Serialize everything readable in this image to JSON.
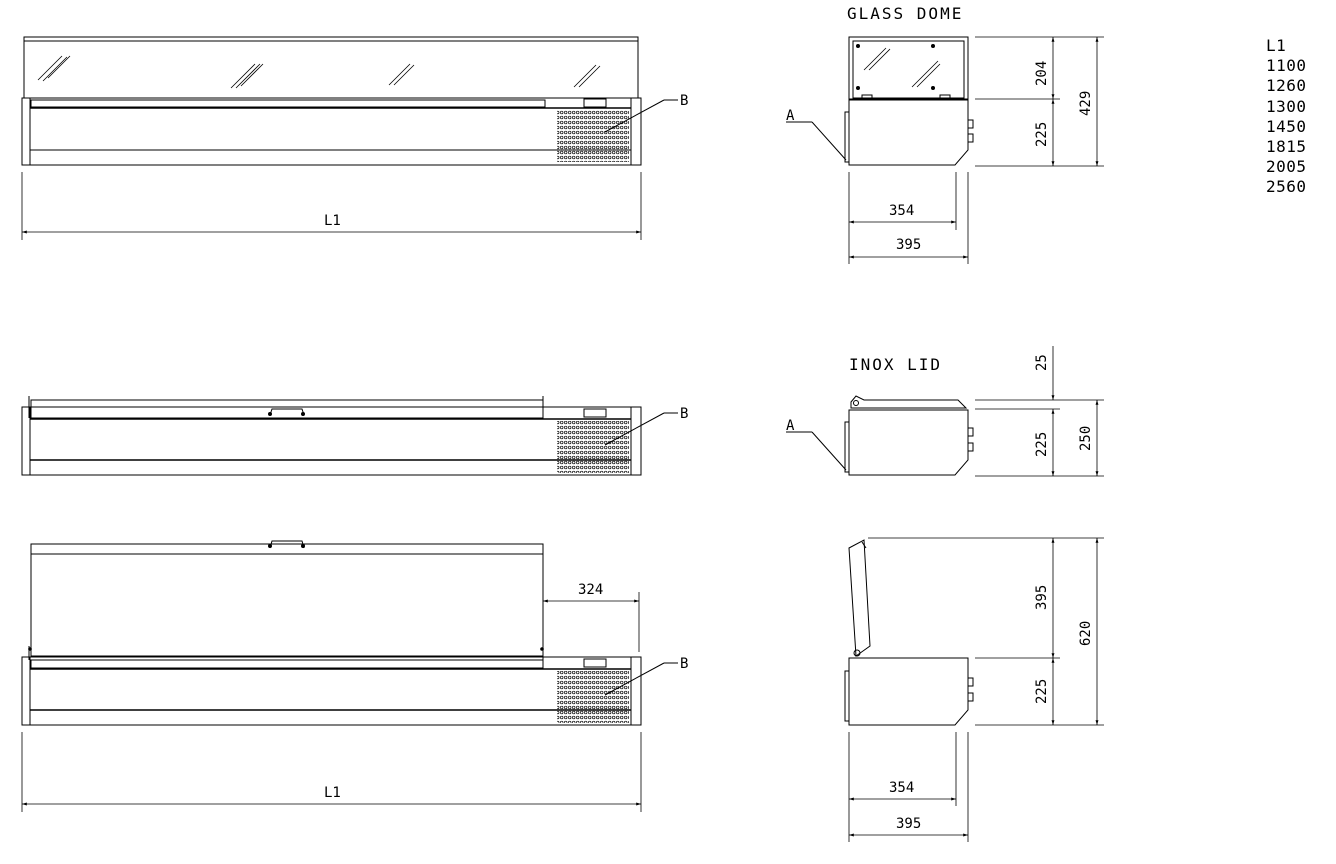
{
  "views": {
    "glass_dome": {
      "title": "GLASS DOME"
    },
    "inox_lid": {
      "title": "INOX LID"
    }
  },
  "callouts": {
    "a": "A",
    "b": "B"
  },
  "dimensions": {
    "l1": "L1",
    "dome_height": "204",
    "body_height": "225",
    "total_dome": "429",
    "depth_inner": "354",
    "depth_outer": "395",
    "lid_thickness": "25",
    "total_lid": "250",
    "open_lid": "395",
    "total_open": "620",
    "lid_offset": "324"
  },
  "l1_table": {
    "header": "L1",
    "values": [
      "1100",
      "1260",
      "1300",
      "1450",
      "1815",
      "2005",
      "2560"
    ]
  }
}
